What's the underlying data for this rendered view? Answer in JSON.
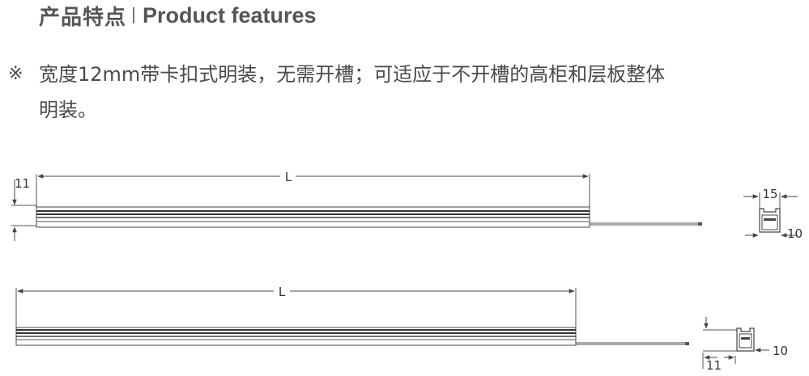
{
  "heading": {
    "title_cn": "产品特点",
    "title_en": "Product features"
  },
  "feature": {
    "bullet": "※",
    "line1": "宽度12mm带卡扣式明装，无需开槽；可适应于不开槽的高柜和层板整体",
    "line2": "明装。"
  },
  "drawing": {
    "top_length_label": "L",
    "top_height_label": "11",
    "top_section_width_label": "15",
    "top_section_height_label": "10",
    "bottom_length_label": "L",
    "bottom_section_height_label": "10",
    "bottom_section_width_label": "11"
  }
}
